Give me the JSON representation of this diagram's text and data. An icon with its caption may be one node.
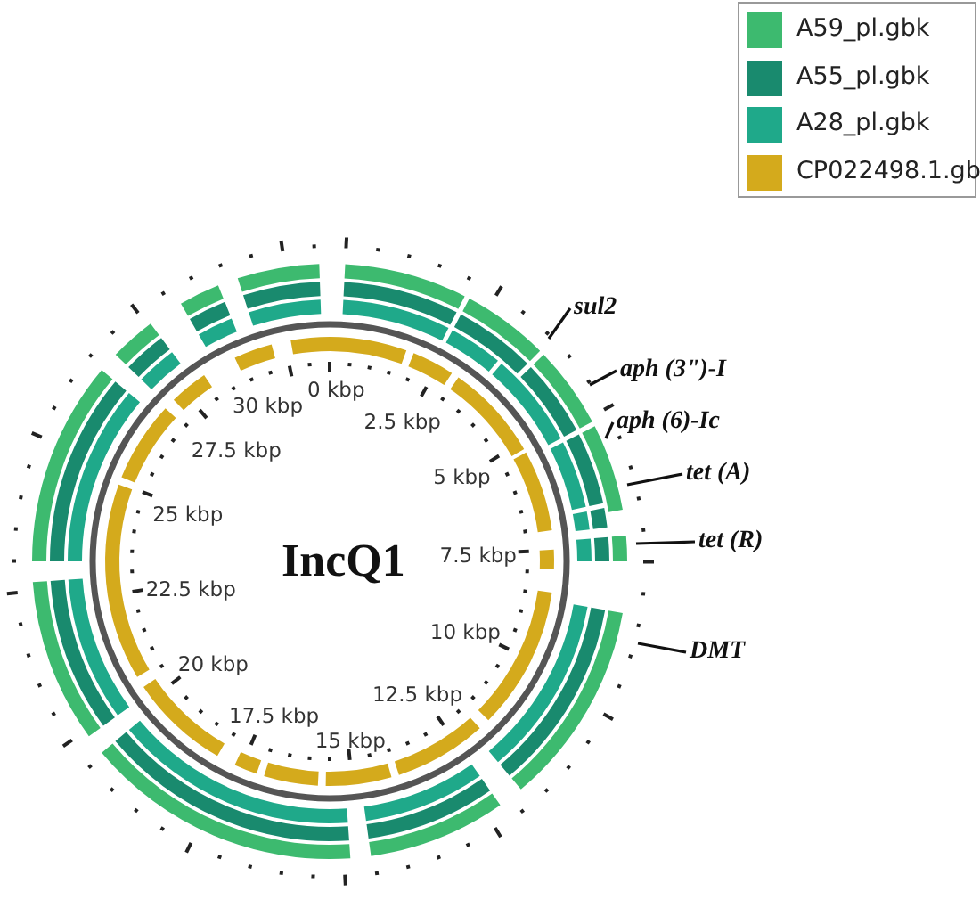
{
  "diagram": {
    "title": "IncQ1",
    "nodes": [
      {
        "text": [
          "sul2"
        ]
      },
      {
        "text": [
          "aph (3\")-I"
        ]
      },
      {
        "text": [
          "aph (6)-Ic"
        ]
      },
      {
        "text": [
          "tet (A)"
        ]
      },
      {
        "text": [
          "tet (R)"
        ]
      },
      {
        "text": [
          "DMT"
        ]
      }
    ],
    "edges": [
      {
        "from": 0,
        "to": null,
        "arrow": "none"
      },
      {
        "from": 1,
        "to": null,
        "arrow": "none"
      },
      {
        "from": 2,
        "to": null,
        "arrow": "none"
      },
      {
        "from": 3,
        "to": null,
        "arrow": "none"
      },
      {
        "from": 4,
        "to": null,
        "arrow": "none"
      },
      {
        "from": 5,
        "to": null,
        "arrow": "none"
      }
    ],
    "labels": [
      "0 kbp",
      "2.5 kbp",
      "5 kbp",
      "7.5 kbp",
      "10 kbp",
      "12.5 kbp",
      "15 kbp",
      "17.5 kbp",
      "20 kbp",
      "22.5 kbp",
      "25 kbp",
      "27.5 kbp",
      "30 kbp"
    ],
    "legend": [
      {
        "text": "A59_pl.gbk",
        "color": "#3dba6f"
      },
      {
        "text": "A55_pl.gbk",
        "color": "#198a6e"
      },
      {
        "text": "A28_pl.gbk",
        "color": "#1fa98a"
      },
      {
        "text": "CP022498.1.gb",
        "color": "#d4aa1c"
      }
    ]
  }
}
